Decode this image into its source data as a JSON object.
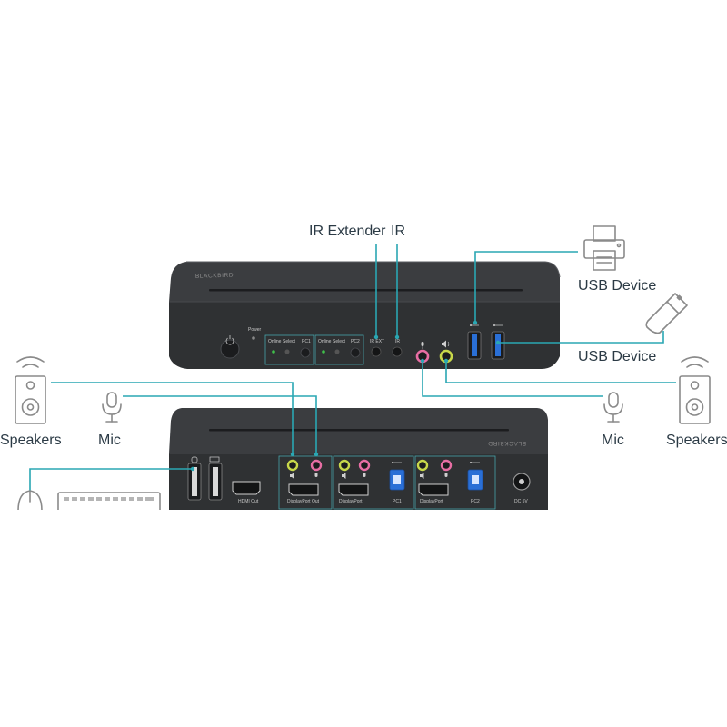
{
  "callouts": {
    "ir_extender": "IR Extender",
    "ir": "IR",
    "usb_device_1": "USB Device",
    "usb_device_2": "USB Device",
    "speakers_left": "Speakers",
    "mic_left": "Mic",
    "mic_right": "Mic",
    "speakers_right": "Speakers"
  },
  "front_panel": {
    "brand": "BLACKBIRD",
    "power_label": "Power",
    "pc1_group": {
      "online": "Online",
      "select": "Select",
      "port": "PC1"
    },
    "pc2_group": {
      "online": "Online",
      "select": "Select",
      "port": "PC2"
    },
    "ir_ext_label": "IR EXT",
    "ir_label": "IR"
  },
  "rear_panel": {
    "brand": "BLACKBIRD",
    "hdmi_out": "HDMI Out",
    "displayport_out": "DisplayPort Out",
    "displayport_1": "DisplayPort",
    "pc1": "PC1",
    "displayport_2": "DisplayPort",
    "pc2": "PC2",
    "dc": "DC 5V"
  },
  "colors": {
    "wire": "#2aa7b3",
    "device_body": "#2f3133",
    "device_top": "#3b3d40",
    "mic_jack": "#e86ea4",
    "audio_jack": "#c8d84a",
    "usb3_blue": "#2a6fd6",
    "led": "#3fbf4a",
    "text": "#2b3a45"
  },
  "icons": [
    "speaker-icon",
    "mic-icon",
    "printer-icon",
    "usb-drive-icon",
    "mouse-icon",
    "keyboard-icon",
    "power-icon"
  ]
}
